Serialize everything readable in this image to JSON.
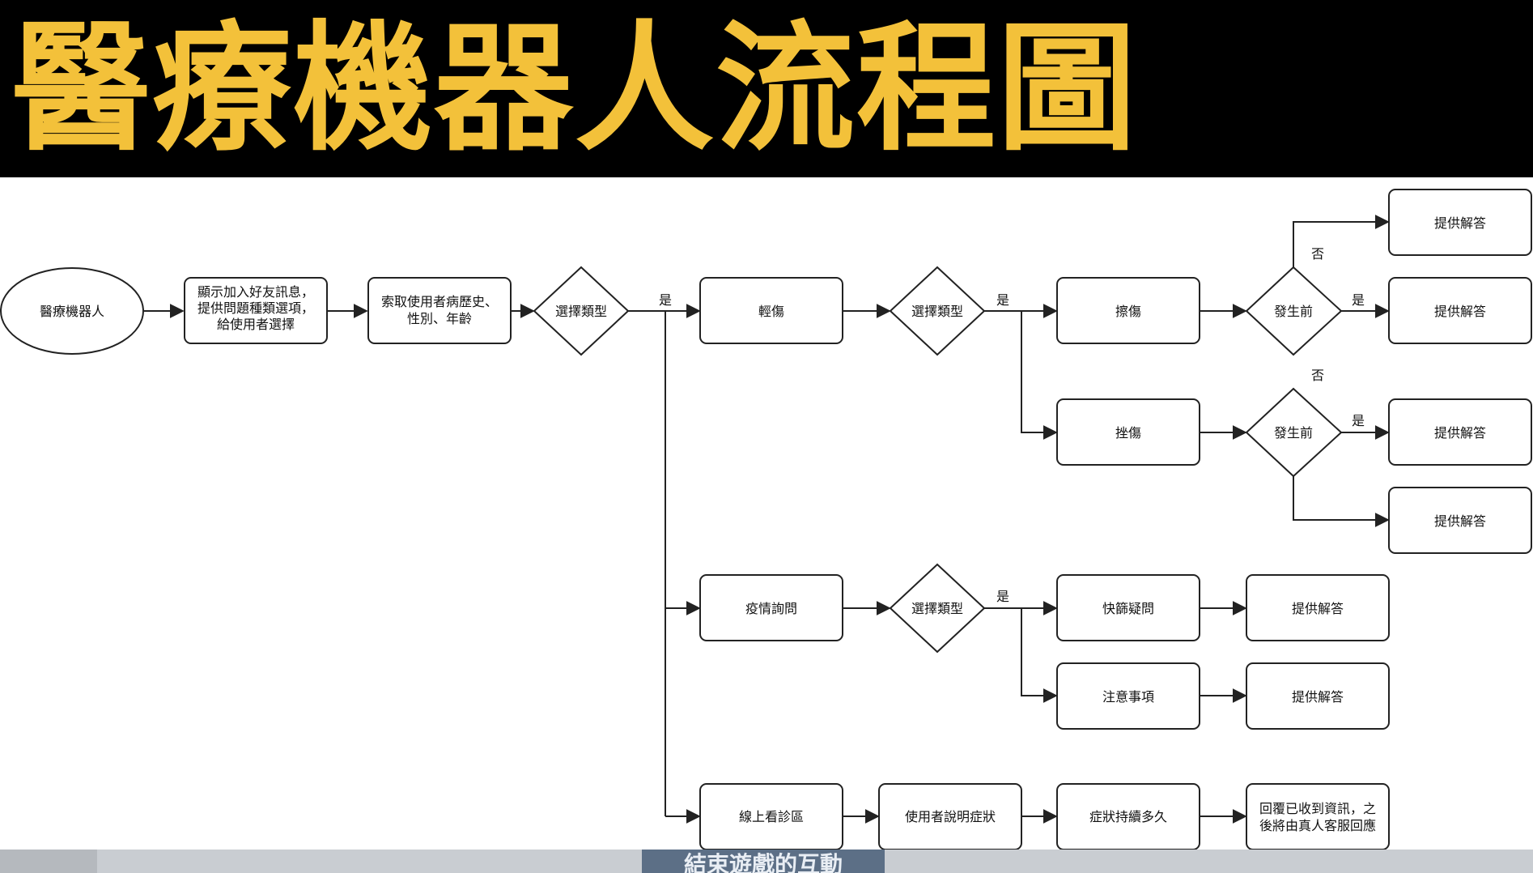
{
  "page": {
    "title": "醫療機器人流程圖"
  },
  "nodes": {
    "start": "醫療機器人",
    "welcome": [
      "顯示加入好友訊息，",
      "提供問題種類選項，",
      "給使用者選擇"
    ],
    "collect": [
      "索取使用者病歷史、",
      "性別、年齡"
    ],
    "decision_main": "選擇類型",
    "minor_injury": "輕傷",
    "decision_injury": "選擇類型",
    "sprain": "擦傷",
    "bruise": "挫傷",
    "before_1": "發生前",
    "before_2": "發生前",
    "answer_1": "提供解答",
    "answer_2": "提供解答",
    "answer_3": "提供解答",
    "answer_4": "提供解答",
    "epidemic": "疫情詢問",
    "decision_epidemic": "選擇類型",
    "rapid_test": "快篩疑問",
    "precautions": "注意事項",
    "answer_5": "提供解答",
    "answer_6": "提供解答",
    "online_clinic": "線上看診區",
    "describe_symptoms": "使用者說明症狀",
    "symptom_duration": "症狀持續多久",
    "reply": [
      "回覆已收到資訊，之",
      "後將由真人客服回應"
    ]
  },
  "edge_labels": {
    "yes_main": "是",
    "yes_injury": "是",
    "no_1": "否",
    "yes_1": "是",
    "no_2": "否",
    "yes_2": "是",
    "yes_epidemic": "是"
  },
  "footer": {
    "tab_text": "結束遊戲的互動"
  },
  "colors": {
    "title_bg": "#000000",
    "title_text": "#f3c13a",
    "stroke": "#222222"
  }
}
